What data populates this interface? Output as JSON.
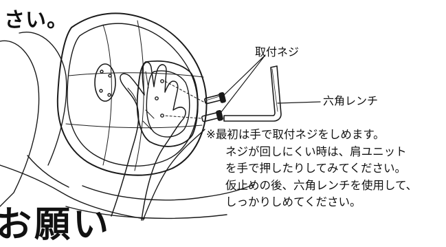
{
  "fragments": {
    "top": "さい。",
    "bottom": "お願い"
  },
  "labels": {
    "screw": "取付ネジ",
    "wrench": "六角レンチ"
  },
  "note": {
    "lines": [
      "※最初は手で取付ネジをしめます。",
      "ネジが回しにくい時は、肩ユニット",
      "を手で押したりしてみてください。",
      "仮止めの後、六角レンチを使用して、",
      "しっかりしめてください。"
    ]
  }
}
